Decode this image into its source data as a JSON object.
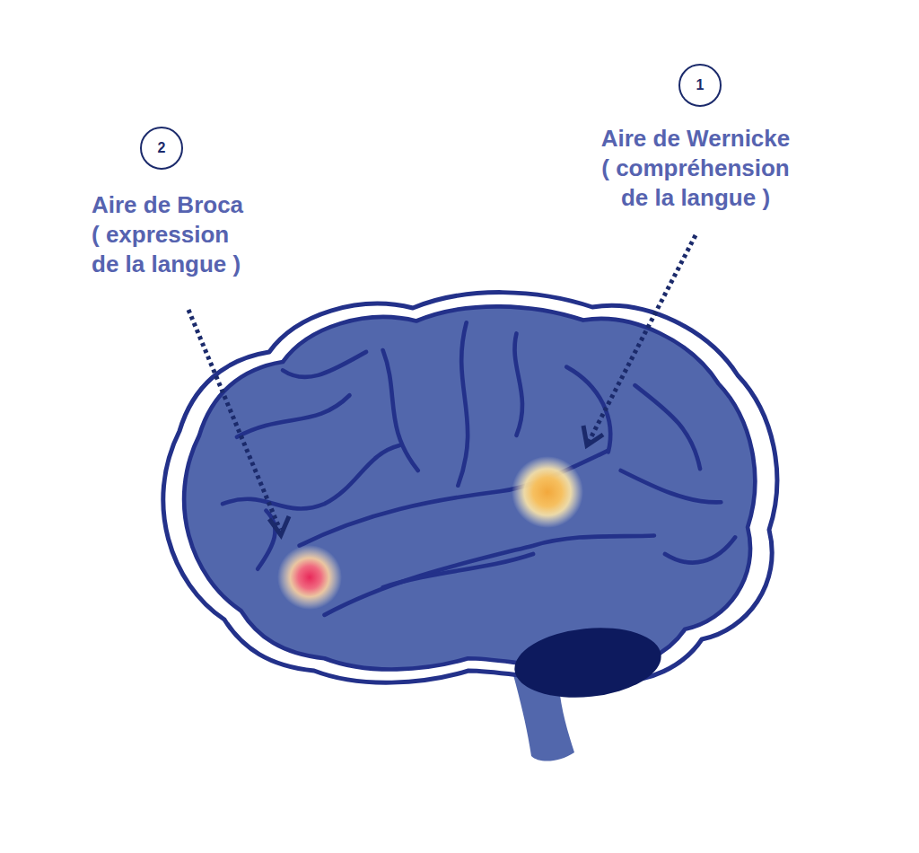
{
  "diagram": {
    "nodes": [
      {
        "text": [
          "1"
        ]
      },
      {
        "text": [
          "2"
        ]
      }
    ],
    "labels": [
      "Aire de Wernicke ( compréhension de la langue )",
      "Aire de Broca ( expression de la langue )"
    ]
  }
}
